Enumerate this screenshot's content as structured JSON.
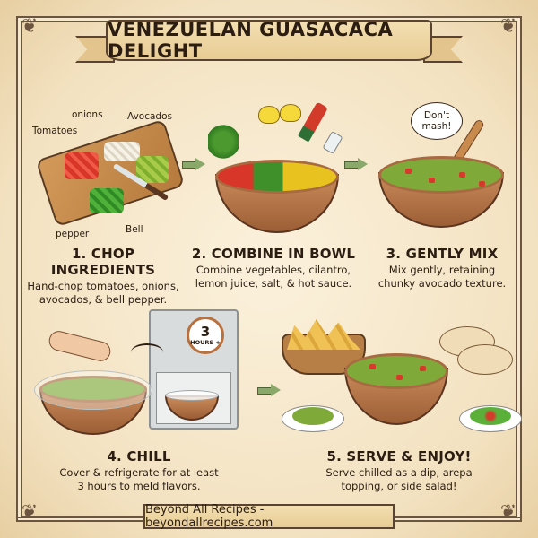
{
  "title": "VENEZUELAN GUASACACA DELIGHT",
  "steps": [
    {
      "title": "1. CHOP INGREDIENTS",
      "description_line1": "Hand-chop tomatoes, onions,",
      "description_line2": "avocados, & bell pepper.",
      "labels": {
        "tomatoes": "Tomatoes",
        "onions": "onions",
        "avocados": "Avocados",
        "bell": "Bell",
        "pepper": "pepper"
      }
    },
    {
      "title": "2. COMBINE IN BOWL",
      "description_line1": "Combine vegetables, cilantro,",
      "description_line2": "lemon juice, salt, & hot sauce."
    },
    {
      "title": "3. GENTLY MIX",
      "description_line1": "Mix gently, retaining",
      "description_line2": "chunky avocado texture.",
      "bubble_line1": "Don't",
      "bubble_line2": "mash!"
    },
    {
      "title": "4. CHILL",
      "description_line1": "Cover & refrigerate for at least",
      "description_line2": "3 hours to meld flavors.",
      "clock_number": "3",
      "clock_label": "HOURS +"
    },
    {
      "title": "5. SERVE & ENJOY!",
      "description_line1": "Serve chilled as a dip, arepa",
      "description_line2": "topping, or side salad!"
    }
  ],
  "footer": "Beyond All Recipes - beyondallrecipes.com",
  "colors": {
    "parchment": "#f6e8cc",
    "ink": "#2b1d12",
    "border": "#6b5440",
    "guac_green": "#7faa3a",
    "bowl_brown": "#b4713f",
    "tomato_red": "#d63a2a",
    "arrow_green": "#8aa86a"
  }
}
